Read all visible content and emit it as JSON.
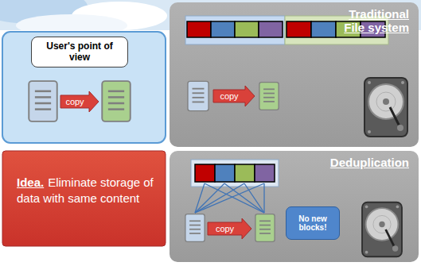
{
  "diagram": {
    "nodes": [
      {
        "text": [
          "User's point of view"
        ]
      },
      {
        "text": [
          "Traditional File system"
        ]
      },
      {
        "text": [
          "Idea.",
          "Eliminate storage of data with same content"
        ]
      },
      {
        "text": [
          "Deduplication"
        ]
      },
      {
        "text": [
          "No new blocks!"
        ],
        "in": 3
      }
    ],
    "labels": [
      "copy",
      "copy",
      "copy"
    ]
  }
}
